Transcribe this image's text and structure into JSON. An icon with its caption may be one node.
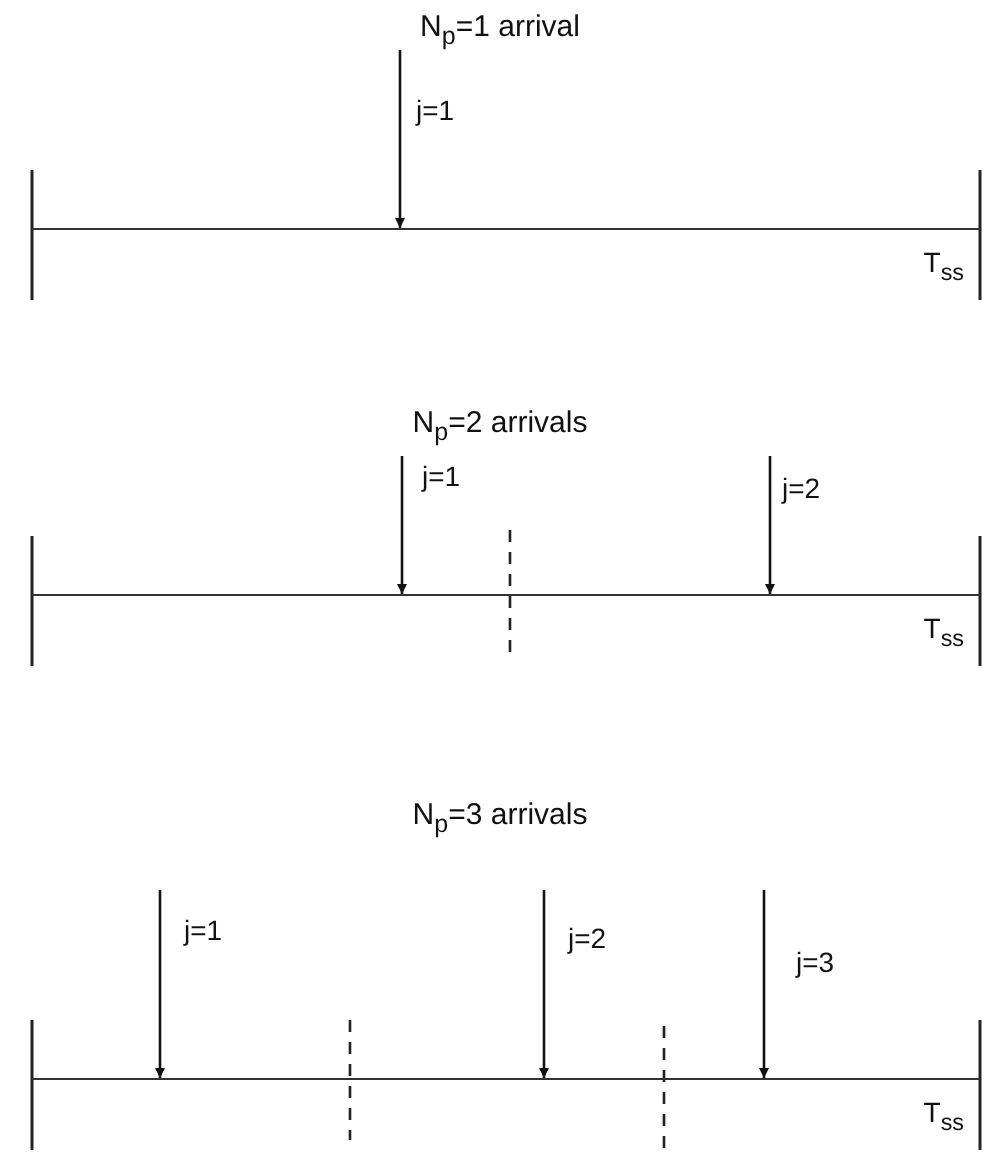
{
  "diagram": {
    "nodes": [
      {
        "text": [
          "T$_{ss}$"
        ]
      },
      {
        "text": [
          "T$_{ss}$"
        ]
      },
      {
        "text": [
          "T$_{ss}$"
        ]
      }
    ],
    "edges": [
      {
        "from": null,
        "to": 0,
        "arrow": "to",
        "label": "j=1"
      },
      {
        "from": null,
        "to": 1,
        "arrow": "to",
        "label": "j=1"
      },
      {
        "from": null,
        "to": 1,
        "arrow": "to",
        "label": "j=2"
      },
      {
        "from": null,
        "to": 2,
        "arrow": "to",
        "label": "j=1"
      },
      {
        "from": null,
        "to": 2,
        "arrow": "to",
        "label": "j=2"
      },
      {
        "from": null,
        "to": 2,
        "arrow": "to",
        "label": "j=3"
      }
    ],
    "labels": [
      "N$_{p}$=1 arrival",
      "N$_{p}$=2 arrivals",
      "N$_{p}$=3 arrivals"
    ]
  }
}
